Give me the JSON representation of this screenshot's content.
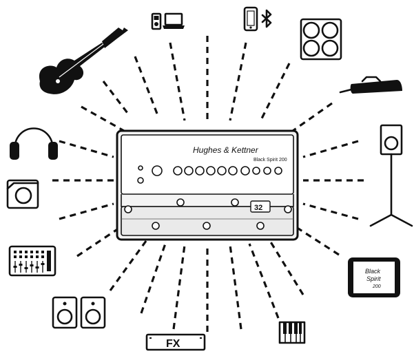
{
  "devices": [
    {
      "id": "guitar",
      "icon": "guitar-icon"
    },
    {
      "id": "ipod-laptop",
      "icon": "ipod-laptop-icon"
    },
    {
      "id": "phone-bluetooth",
      "icon": "phone-bluetooth-icon"
    },
    {
      "id": "cabinet-4x12",
      "icon": "speaker-cabinet-icon"
    },
    {
      "id": "footswitch",
      "icon": "footswitch-icon"
    },
    {
      "id": "pa-speaker-stand",
      "icon": "pa-speaker-on-stand-icon"
    },
    {
      "id": "tablet",
      "icon": "tablet-icon"
    },
    {
      "id": "keyboard",
      "icon": "piano-keyboard-icon"
    },
    {
      "id": "fx-unit",
      "icon": "fx-unit-icon"
    },
    {
      "id": "monitor-pair",
      "icon": "monitor-pair-icon"
    },
    {
      "id": "mixer",
      "icon": "mixing-desk-icon"
    },
    {
      "id": "monitor-wedge",
      "icon": "monitor-wedge-icon"
    },
    {
      "id": "headphones",
      "icon": "headphones-icon"
    }
  ],
  "amp": {
    "brand": "Hughes & Kettner",
    "model": "Black Spirit 200",
    "display": "32"
  },
  "labels": {
    "fx": "FX",
    "tablet_line1": "Black",
    "tablet_line2": "Spirit",
    "tablet_line3": "200"
  }
}
